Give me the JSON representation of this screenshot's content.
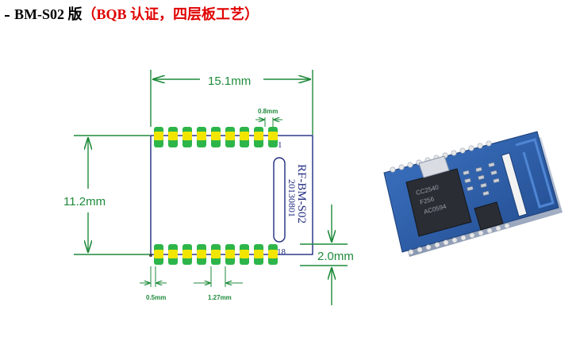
{
  "heading": {
    "model": "BM-S02",
    "version_word": "版",
    "open_paren": "（",
    "red_text": "BQB 认证，四层板工艺",
    "close_paren": "）"
  },
  "drawing": {
    "width_dim": "15.1mm",
    "height_dim": "11.2mm",
    "pad_width": "0.8mm",
    "thickness_dim": "2.0mm",
    "edge_offset": "0.5mm",
    "pitch": "1.27mm",
    "pin_first": "1",
    "pin_last": "18",
    "label_line1": "RF-BM-S02",
    "label_line2": "20130801"
  },
  "module": {
    "chip_text": [
      "CC2540",
      "F256",
      "AC0594"
    ]
  },
  "colors": {
    "dimension_green": "#1e8a3a",
    "outline_blue": "#1f2a80",
    "pad_green": "#2db54a",
    "pad_yellow": "#f2e500",
    "pcb_blue": "#2f5fa8",
    "heading_red": "#e00000"
  }
}
